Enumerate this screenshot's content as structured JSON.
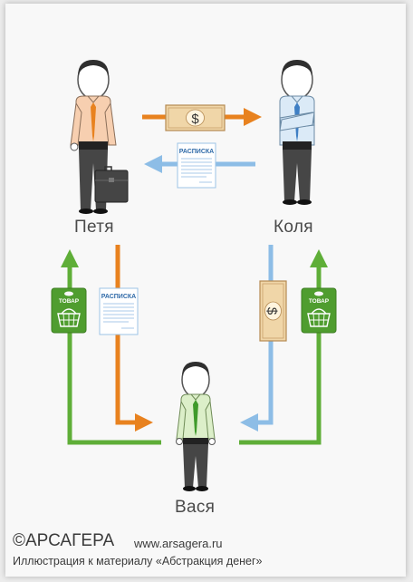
{
  "people": {
    "petya": "Петя",
    "kolya": "Коля",
    "vasya": "Вася"
  },
  "items": {
    "receipt": "РАСПИСКА",
    "goods": "ТОВАР",
    "dollar": "$"
  },
  "footer": {
    "brand": "©АРСАГЕРА",
    "site": "www.arsagera.ru",
    "caption": "Иллюстрация к материалу «Абстракция денег»"
  },
  "colors": {
    "orange": "#e8821f",
    "blue": "#8dbde6",
    "green": "#5fae38",
    "note": "#f0d6a8"
  }
}
